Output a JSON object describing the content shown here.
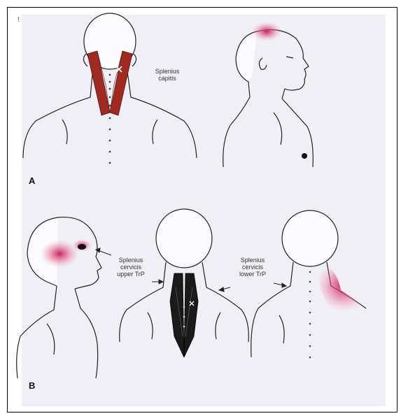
{
  "figure": {
    "panel_a": {
      "letter": "A",
      "muscle_label_line1": "Splenius",
      "muscle_label_line2": "capitis"
    },
    "panel_b": {
      "letter": "B",
      "upper_label_line1": "Splenius",
      "upper_label_line2": "cervicis",
      "upper_label_line3": "upper TrP",
      "lower_label_line1": "Splenius",
      "lower_label_line2": "cervicis",
      "lower_label_line3": "lower TrP"
    },
    "corner_mark": "!"
  },
  "colors": {
    "muscle_red": "#9e2a22",
    "pain_red": "#c2185b",
    "muscle_dark": "#1a1a1a",
    "outline": "#222222",
    "paper": "#f1eff6"
  }
}
